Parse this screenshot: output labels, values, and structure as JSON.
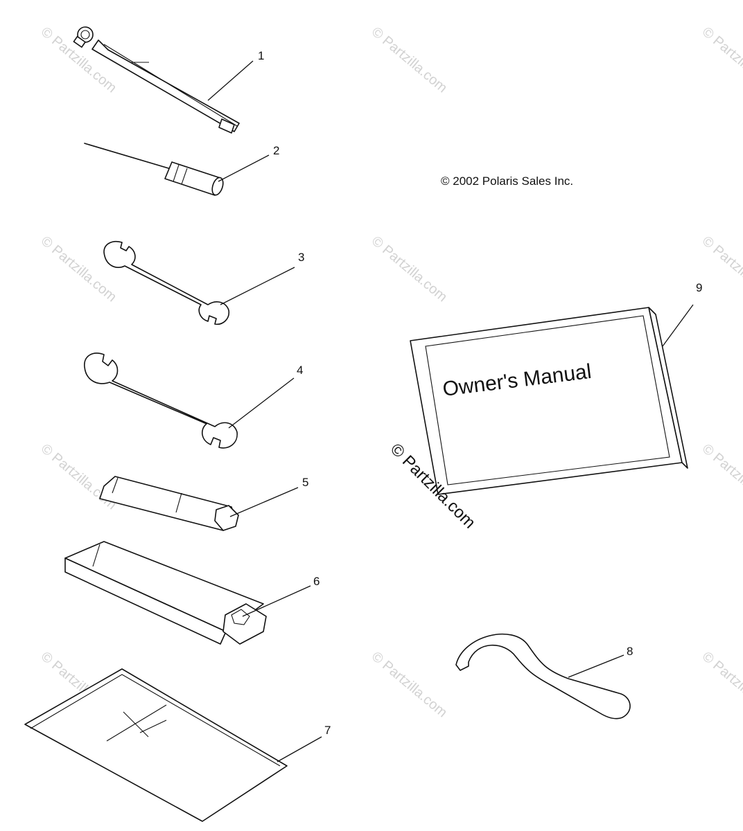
{
  "copyright": "© 2002 Polaris Sales Inc.",
  "watermark": "© Partzilla.com",
  "manual_cover_text": "Owner's Manual",
  "callouts": [
    "1",
    "2",
    "3",
    "4",
    "5",
    "6",
    "7",
    "8",
    "9"
  ],
  "parts": [
    {
      "callout": "1",
      "icon": "tire-pressure-gauge-icon"
    },
    {
      "callout": "2",
      "icon": "screwdriver-icon"
    },
    {
      "callout": "3",
      "icon": "open-end-wrench-icon"
    },
    {
      "callout": "4",
      "icon": "combination-wrench-icon"
    },
    {
      "callout": "5",
      "icon": "spark-plug-socket-icon"
    },
    {
      "callout": "6",
      "icon": "tool-holder-icon"
    },
    {
      "callout": "7",
      "icon": "tool-bag-icon"
    },
    {
      "callout": "8",
      "icon": "spanner-wrench-icon"
    },
    {
      "callout": "9",
      "icon": "owners-manual-icon"
    }
  ],
  "colors": {
    "line": "#111111",
    "watermark": "#d2d2d2",
    "background": "#ffffff"
  }
}
